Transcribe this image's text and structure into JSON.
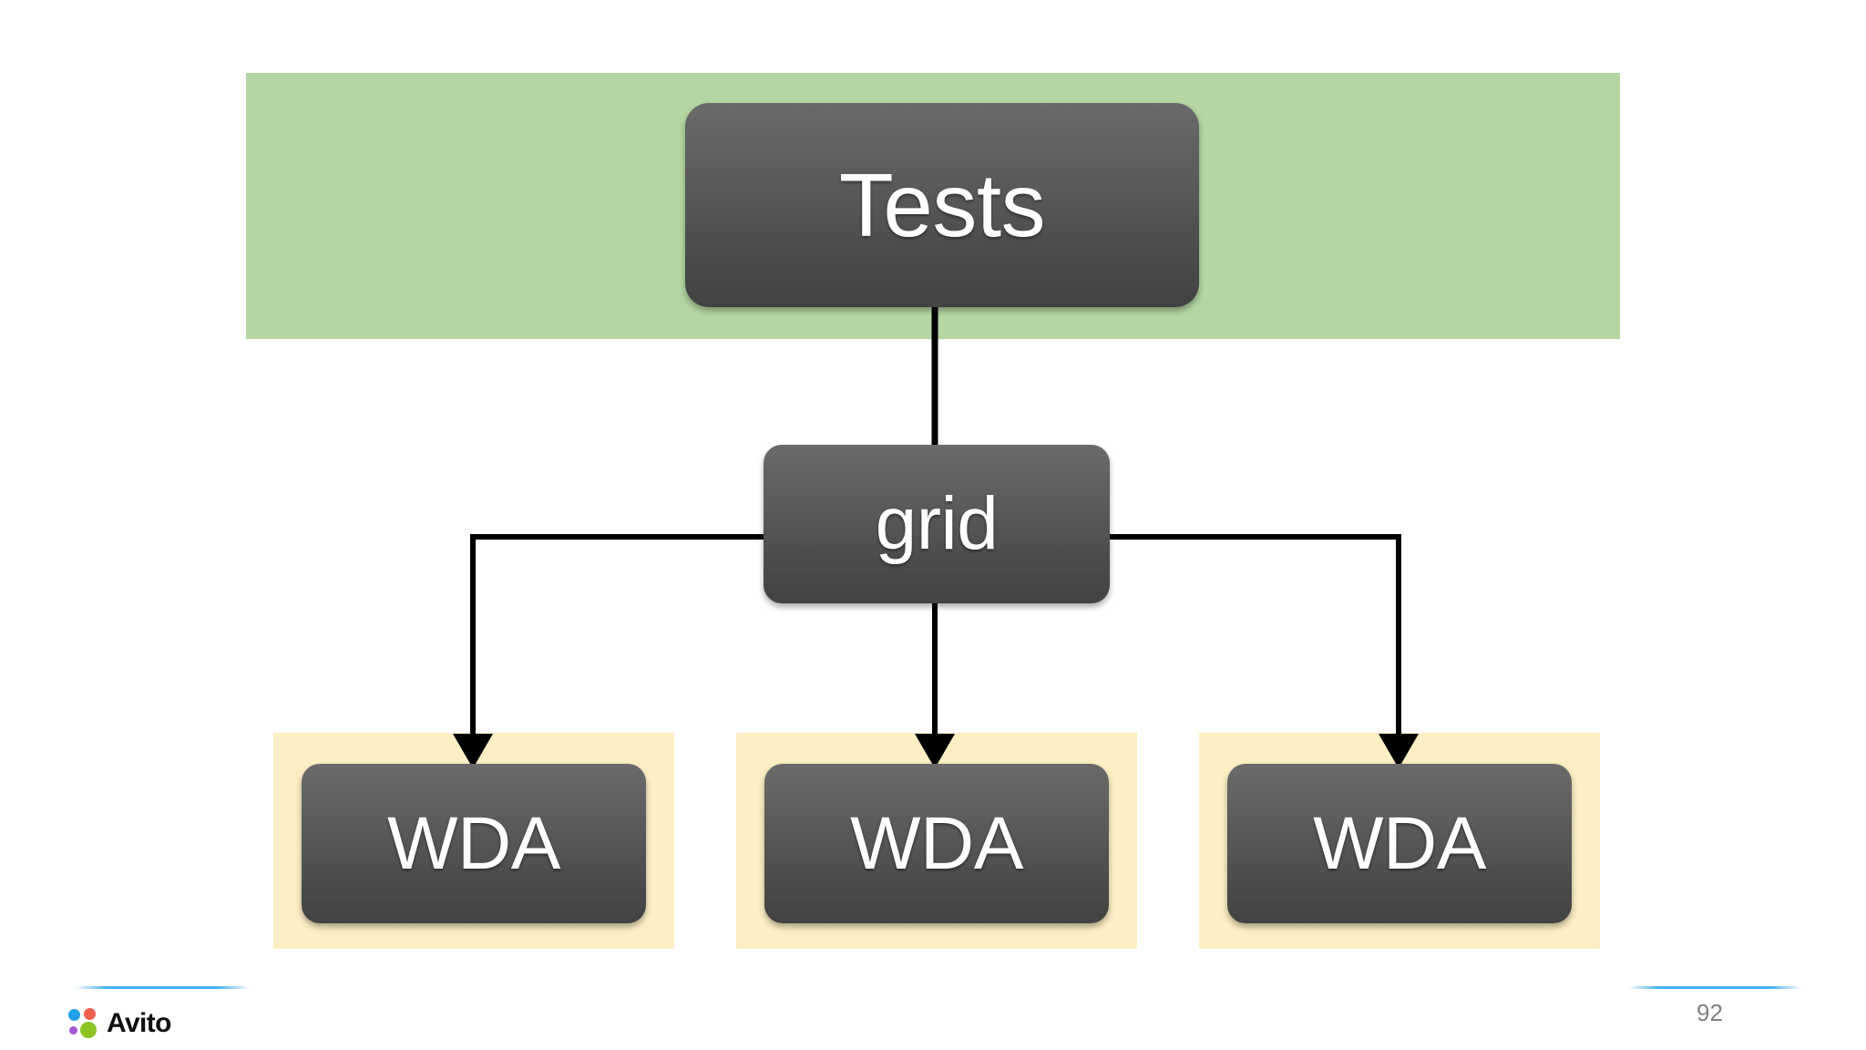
{
  "slide": {
    "page_number": "92",
    "background_color": "#ffffff"
  },
  "diagram": {
    "type": "tree",
    "root": {
      "id": "tests",
      "label": "Tests",
      "box_color": "#4f4f4f",
      "highlight_color": "#b5d6a3",
      "highlight_label": ""
    },
    "middle": {
      "id": "grid",
      "label": "grid",
      "box_color": "#4f4f4f"
    },
    "leaves": [
      {
        "id": "wda-1",
        "label": "WDA",
        "box_color": "#4f4f4f",
        "highlight_color": "#fdeec4"
      },
      {
        "id": "wda-2",
        "label": "WDA",
        "box_color": "#4f4f4f",
        "highlight_color": "#fdeec4"
      },
      {
        "id": "wda-3",
        "label": "WDA",
        "box_color": "#4f4f4f",
        "highlight_color": "#fdeec4"
      }
    ],
    "edges": [
      {
        "from": "tests",
        "to": "grid",
        "arrow": false
      },
      {
        "from": "grid",
        "to": "wda-1",
        "arrow": true
      },
      {
        "from": "grid",
        "to": "wda-2",
        "arrow": true
      },
      {
        "from": "grid",
        "to": "wda-3",
        "arrow": true
      }
    ],
    "edge_color": "#000000"
  },
  "footer": {
    "brand": "Avito",
    "rule_color": "#45b0f3",
    "logo_dots": [
      {
        "name": "blue-dot",
        "color": "#21a0e8"
      },
      {
        "name": "red-dot",
        "color": "#f0604d"
      },
      {
        "name": "purple-dot",
        "color": "#a158d1"
      },
      {
        "name": "green-dot",
        "color": "#8bc322"
      }
    ]
  }
}
